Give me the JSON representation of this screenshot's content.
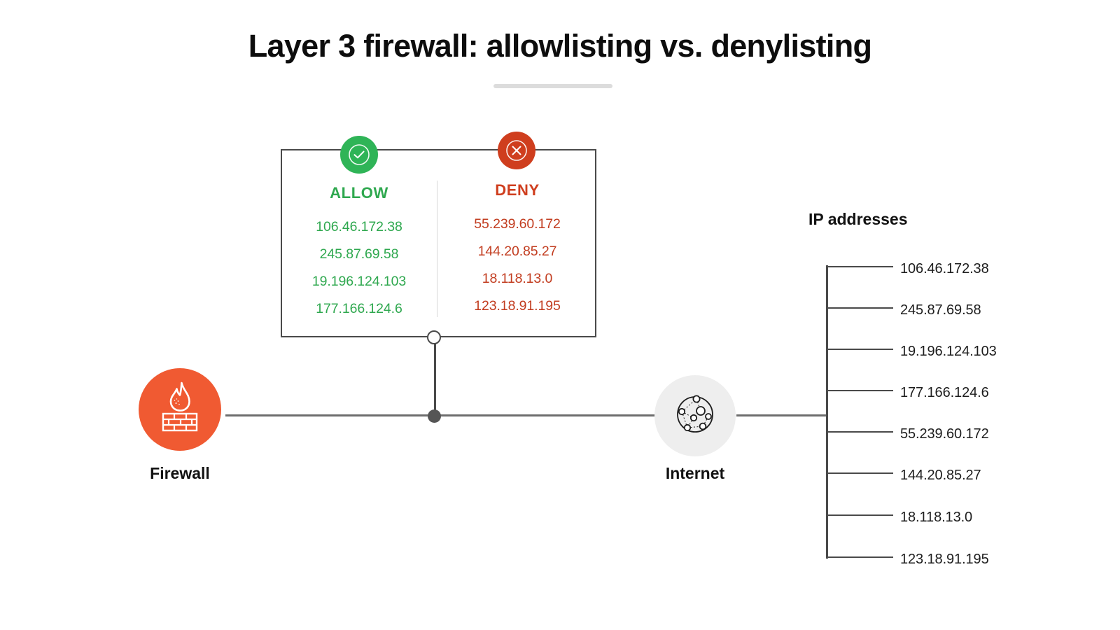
{
  "title": "Layer 3 firewall: allowlisting vs. denylisting",
  "colors": {
    "allow_green": "#2fa84f",
    "deny_red": "#cf3e1e",
    "firewall_orange": "#f05a32",
    "line_gray": "#4a4a4a",
    "internet_bg": "#eeeeee",
    "rule_divider": "#dcdcdc"
  },
  "rules": {
    "allow": {
      "label": "ALLOW",
      "badge_icon": "check-circle-icon",
      "addresses": [
        "106.46.172.38",
        "245.87.69.58",
        "19.196.124.103",
        "177.166.124.6"
      ]
    },
    "deny": {
      "label": "DENY",
      "badge_icon": "x-circle-icon",
      "addresses": [
        "55.239.60.172",
        "144.20.85.27",
        "18.118.13.0",
        "123.18.91.195"
      ]
    }
  },
  "nodes": {
    "firewall": {
      "label": "Firewall",
      "icon": "firewall-flame-brick-icon"
    },
    "internet": {
      "label": "Internet",
      "icon": "network-globe-icon"
    }
  },
  "ip_tree": {
    "heading": "IP addresses",
    "addresses": [
      "106.46.172.38",
      "245.87.69.58",
      "19.196.124.103",
      "177.166.124.6",
      "55.239.60.172",
      "144.20.85.27",
      "18.118.13.0",
      "123.18.91.195"
    ]
  }
}
